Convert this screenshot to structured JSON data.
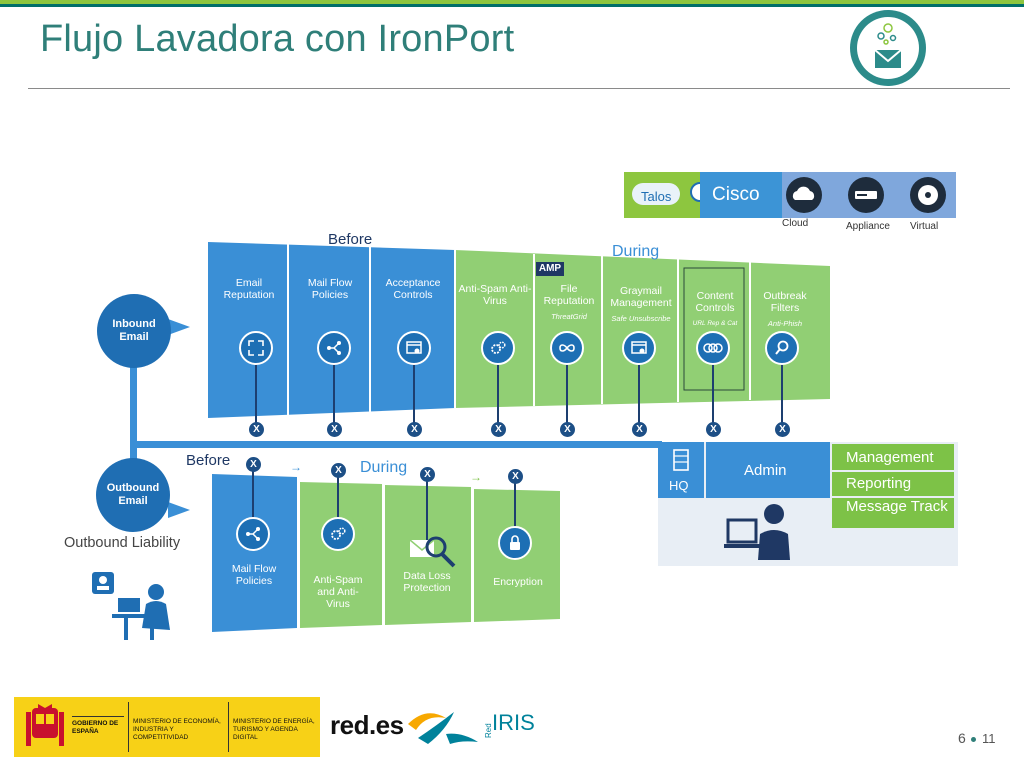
{
  "title": "Flujo Lavadora con IronPort",
  "colors": {
    "blue": "#3a8fd6",
    "green": "#90cf74",
    "dark_blue": "#1f6eb3",
    "teal": "#2f7f79"
  },
  "deployment": {
    "talos": "Talos",
    "cisco": "Cisco",
    "options": [
      "Cloud",
      "Appliance",
      "Virtual"
    ]
  },
  "inbound": {
    "label": "Inbound Email",
    "before_label": "Before",
    "during_label": "During",
    "amp_badge": "AMP",
    "stages": [
      {
        "label": "Email Reputation",
        "sub": "",
        "icon": "expand-icon"
      },
      {
        "label": "Mail Flow Policies",
        "sub": "",
        "icon": "flow-icon"
      },
      {
        "label": "Acceptance Controls",
        "sub": "",
        "icon": "window-gear-icon"
      },
      {
        "label": "Anti-Spam Anti-Virus",
        "sub": "",
        "icon": "gears-icon"
      },
      {
        "label": "File Reputation",
        "sub": "ThreatGrid",
        "icon": "infinity-icon"
      },
      {
        "label": "Graymail Management",
        "sub": "Safe Unsubscribe",
        "icon": "window-gear-icon"
      },
      {
        "label": "Content Controls",
        "sub": "URL Rep & Cat",
        "icon": "rings-icon"
      },
      {
        "label": "Outbreak Filters",
        "sub": "Anti-Phish",
        "icon": "magnifier-icon"
      }
    ]
  },
  "outbound": {
    "label": "Outbound Email",
    "liability": "Outbound Liability",
    "before_label": "Before",
    "during_label": "During",
    "stages": [
      {
        "label": "Mail Flow Policies",
        "icon": "flow-icon"
      },
      {
        "label": "Anti-Spam and Anti-Virus",
        "icon": "gears-icon"
      },
      {
        "label": "Data Loss Protection",
        "icon": "envelope-magnifier-icon"
      },
      {
        "label": "Encryption",
        "icon": "lock-icon"
      }
    ]
  },
  "x_mark": "X",
  "arrow": "→",
  "admin": {
    "hq": "HQ",
    "admin": "Admin",
    "items": [
      "Management",
      "Reporting",
      "Message Track"
    ]
  },
  "footer": {
    "gobierno": "GOBIERNO DE ESPAÑA",
    "ministerio1": "MINISTERIO DE ECONOMÍA, INDUSTRIA Y COMPETITIVIDAD",
    "ministerio2": "MINISTERIO DE ENERGÍA, TURISMO Y AGENDA DIGITAL",
    "redes": "red.es",
    "red": "Red",
    "iris": "IRIS",
    "page_a": "6",
    "page_b": "11"
  }
}
